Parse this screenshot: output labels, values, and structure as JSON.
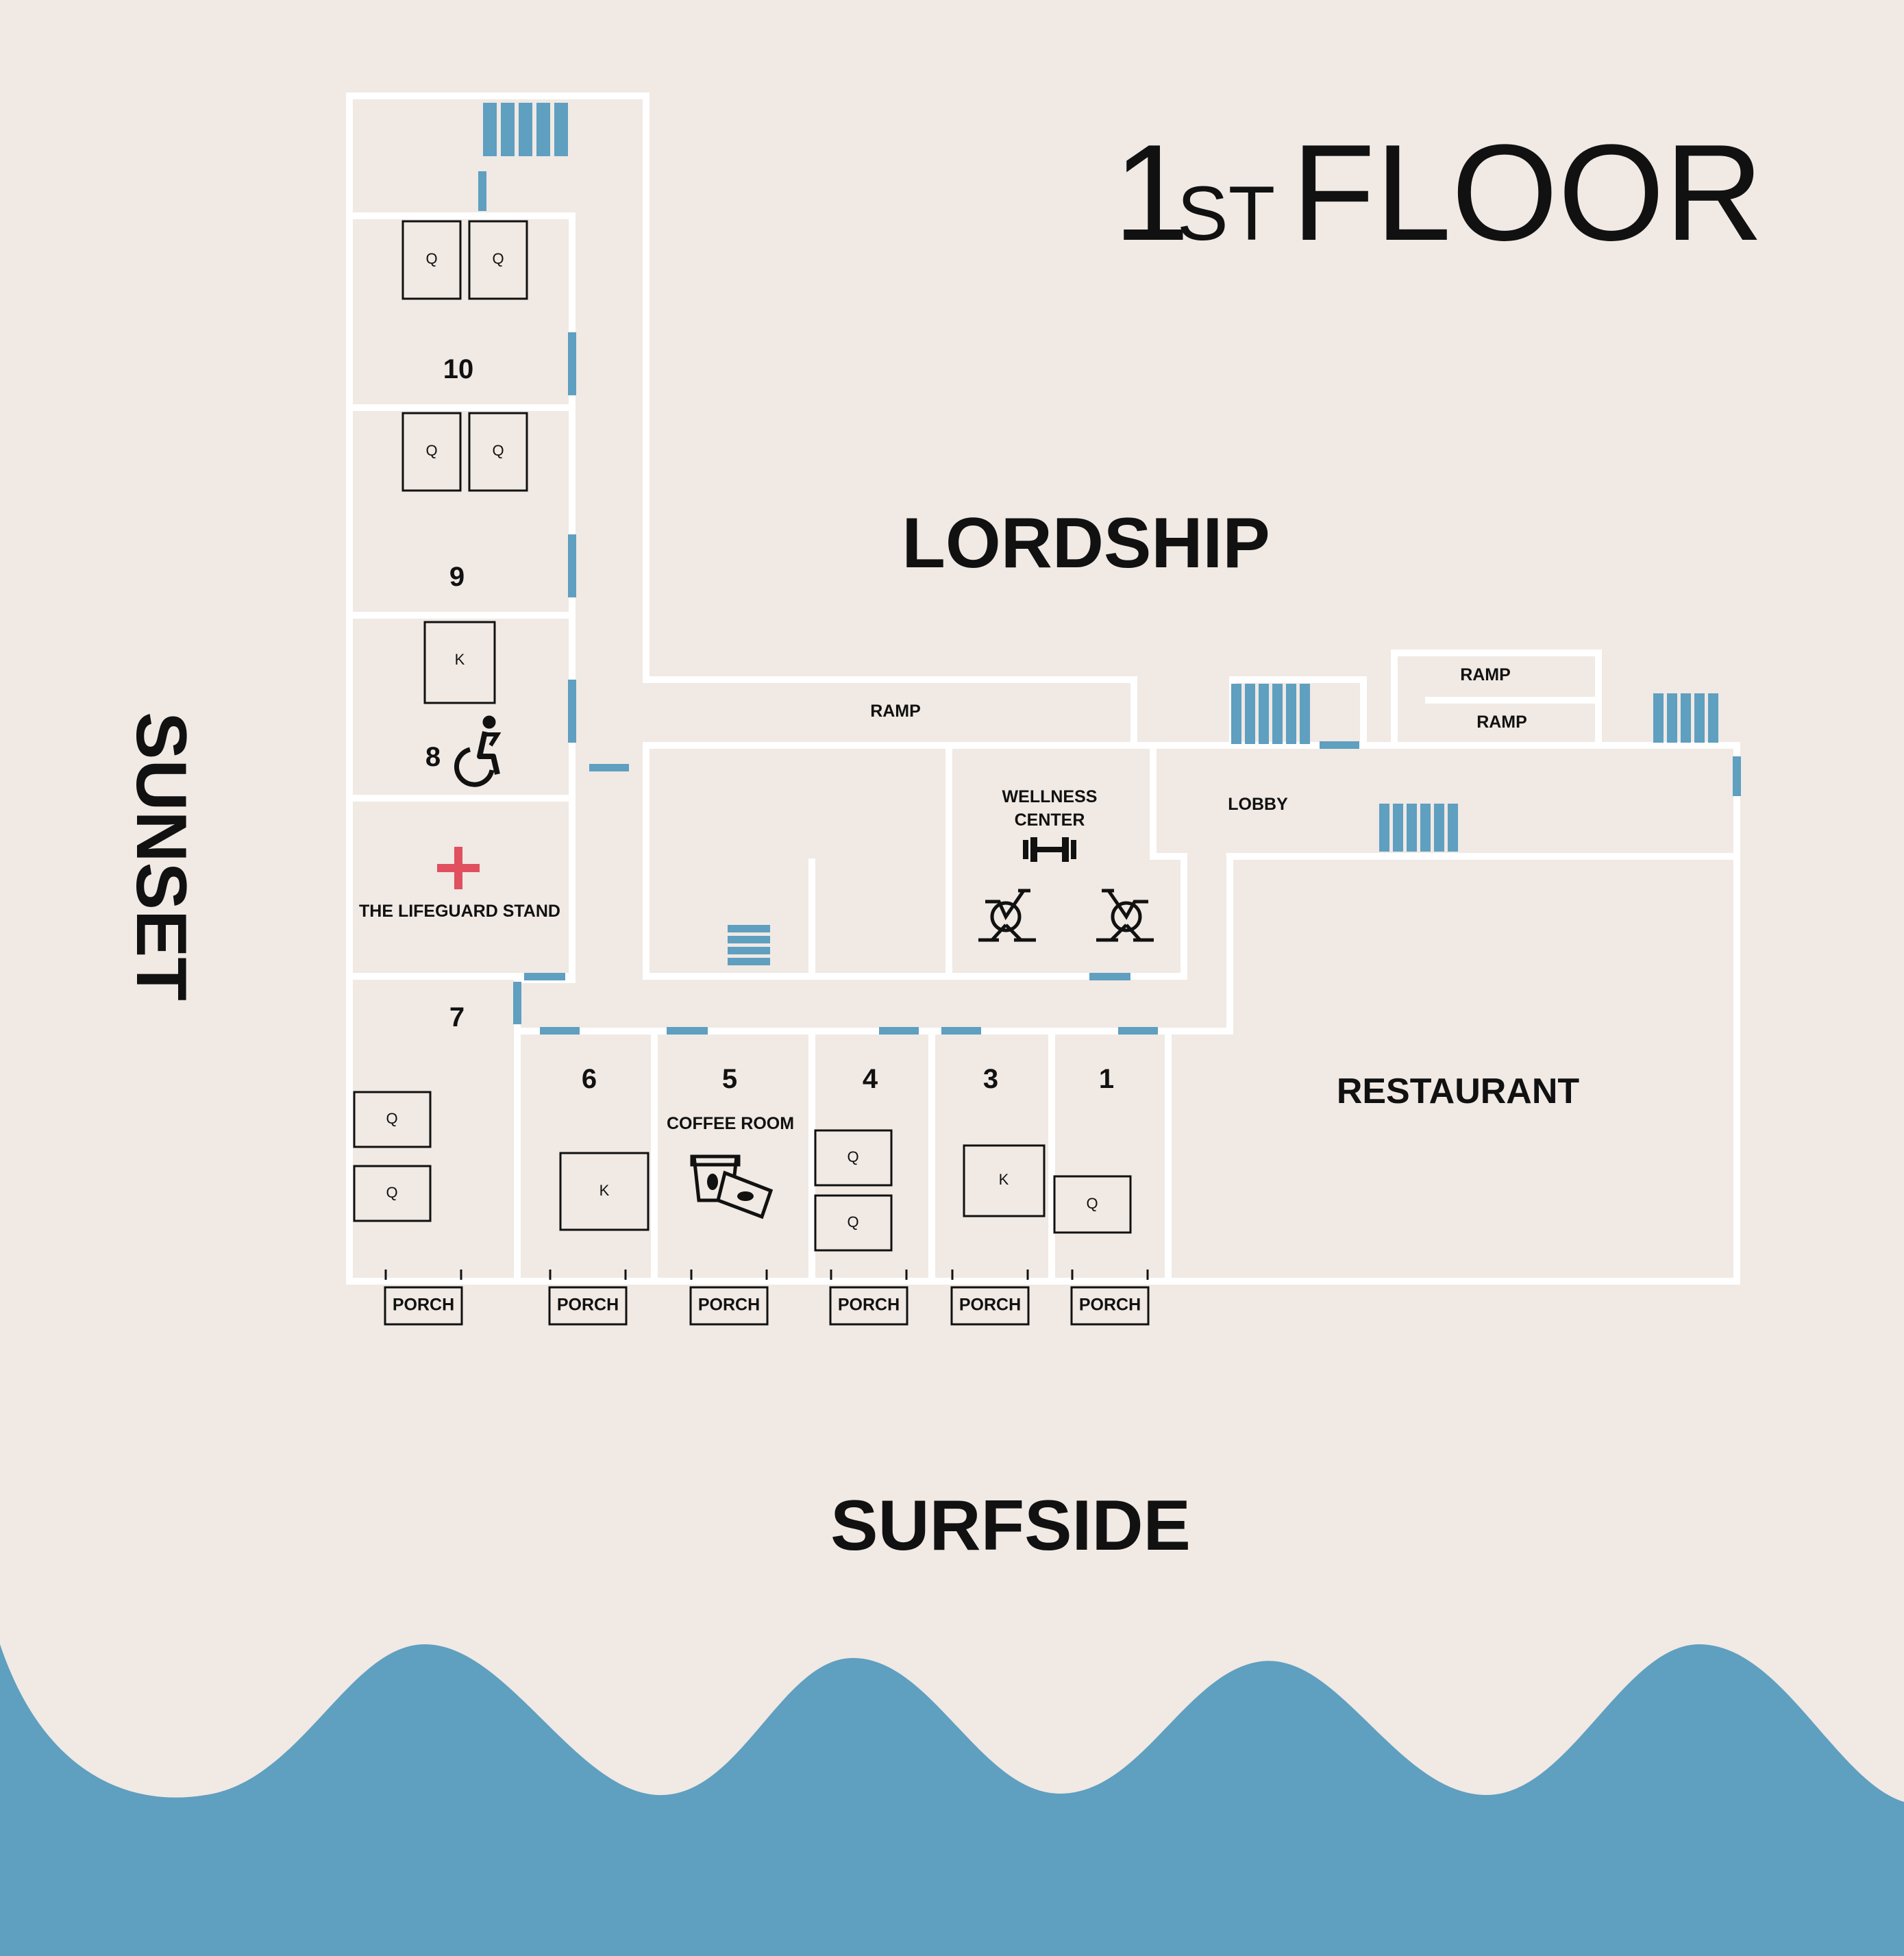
{
  "title": {
    "number": "1",
    "suffix": "ST",
    "word": "FLOOR"
  },
  "streets": {
    "top": "LORDSHIP",
    "left": "SUNSET",
    "bottom": "SURFSIDE"
  },
  "rooms": {
    "r10": {
      "number": "10",
      "beds": [
        "Q",
        "Q"
      ]
    },
    "r9": {
      "number": "9",
      "beds": [
        "Q",
        "Q"
      ]
    },
    "r8": {
      "number": "8",
      "beds": [
        "K"
      ],
      "accessible": true
    },
    "r7": {
      "number": "7",
      "beds": [
        "Q",
        "Q"
      ]
    },
    "r6": {
      "number": "6",
      "beds": [
        "K"
      ]
    },
    "r5": {
      "number": "5",
      "label": "COFFEE ROOM"
    },
    "r4": {
      "number": "4",
      "beds": [
        "Q",
        "Q"
      ]
    },
    "r3": {
      "number": "3",
      "beds": [
        "K"
      ]
    },
    "r1": {
      "number": "1",
      "beds": [
        "Q"
      ]
    }
  },
  "areas": {
    "lifeguard": "THE LIFEGUARD STAND",
    "wellness_line1": "WELLNESS",
    "wellness_line2": "CENTER",
    "lobby": "LOBBY",
    "restaurant": "RESTAURANT",
    "ramp_main": "RAMP",
    "ramp_upper": "RAMP",
    "ramp_lower": "RAMP"
  },
  "porches": [
    "PORCH",
    "PORCH",
    "PORCH",
    "PORCH",
    "PORCH",
    "PORCH"
  ],
  "colors": {
    "background": "#f0e9e4",
    "walls": "#ffffff",
    "stairs_doors": "#5f9fc0",
    "water": "#5f9fc0",
    "lifeguard_cross": "#e0505f",
    "text": "#111111"
  },
  "icons": [
    "wheelchair-icon",
    "first-aid-cross-icon",
    "dumbbell-icon",
    "exercise-bike-icon",
    "coffee-cup-icon"
  ]
}
